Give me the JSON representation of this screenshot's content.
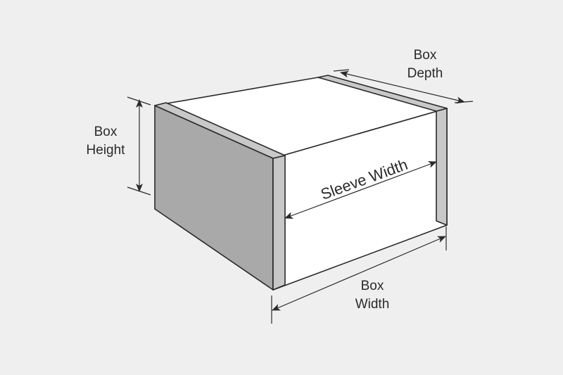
{
  "diagram": {
    "colors": {
      "background": "#efefef",
      "outline": "#2a2a2a",
      "top_face": "#ffffff",
      "side_face": "#a9a9a9",
      "front_face": "#ffffff",
      "sleeve_band": "#c8c8c8"
    },
    "labels": {
      "box_depth": [
        "Box",
        "Depth"
      ],
      "box_height": [
        "Box",
        "Height"
      ],
      "box_width": [
        "Box",
        "Width"
      ],
      "sleeve_width": "Sleeve Width"
    }
  }
}
